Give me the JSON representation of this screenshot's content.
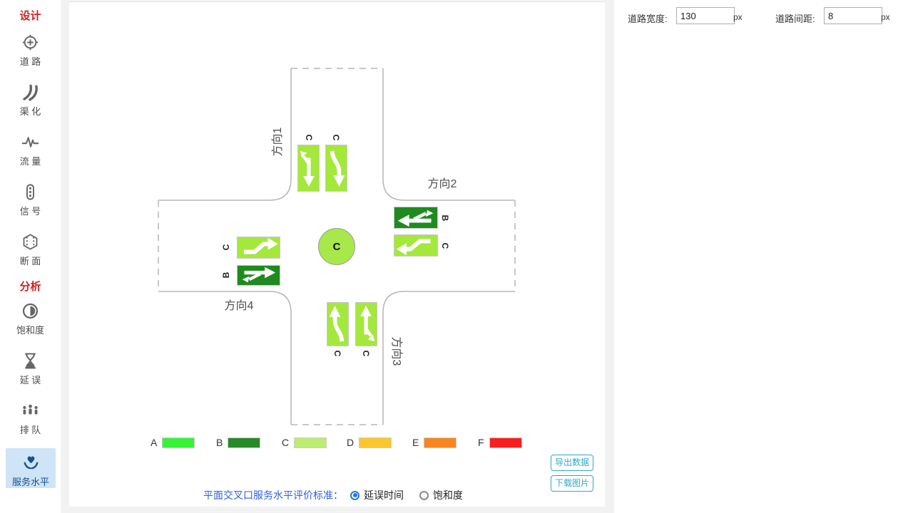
{
  "sidebar": {
    "design_header": "设计",
    "analysis_header": "分析",
    "items": [
      {
        "label": "道 路",
        "icon": "road-icon"
      },
      {
        "label": "渠 化",
        "icon": "channelization-icon"
      },
      {
        "label": "流 量",
        "icon": "flow-icon"
      },
      {
        "label": "信 号",
        "icon": "signal-icon"
      },
      {
        "label": "断 面",
        "icon": "section-icon"
      },
      {
        "label": "饱和度",
        "icon": "saturation-icon"
      },
      {
        "label": "延 误",
        "icon": "delay-icon"
      },
      {
        "label": "排 队",
        "icon": "queue-icon"
      },
      {
        "label": "服务水平",
        "icon": "service-level-icon",
        "selected": true
      }
    ]
  },
  "toolbar": {
    "road_width_label": "道路宽度:",
    "road_width_value": "130",
    "road_width_unit": "px",
    "road_gap_label": "道路间距:",
    "road_gap_value": "8",
    "road_gap_unit": "px"
  },
  "diagram": {
    "direction1": "方向1",
    "direction2": "方向2",
    "direction3": "方向3",
    "direction4": "方向4",
    "center_los": "C",
    "center_color": "#a8e84a",
    "lane_colors": {
      "B": "#1f8b1f",
      "C": "#a4e83c"
    },
    "lanes": {
      "north": [
        {
          "los": "C"
        },
        {
          "los": "C"
        }
      ],
      "east": [
        {
          "los": "B"
        },
        {
          "los": "C"
        }
      ],
      "west": [
        {
          "los": "C"
        },
        {
          "los": "B"
        }
      ],
      "south": [
        {
          "los": "C"
        },
        {
          "los": "C"
        }
      ]
    }
  },
  "legend": {
    "items": [
      {
        "grade": "A",
        "color": "#37f337"
      },
      {
        "grade": "B",
        "color": "#268a26"
      },
      {
        "grade": "C",
        "color": "#bdec72"
      },
      {
        "grade": "D",
        "color": "#fcc62d"
      },
      {
        "grade": "E",
        "color": "#f8861f"
      },
      {
        "grade": "F",
        "color": "#f91f1f"
      }
    ]
  },
  "actions": {
    "export_label": "导出数据",
    "download_label": "下载图片"
  },
  "criteria": {
    "label": "平面交叉口服务水平评价标准：",
    "options": [
      {
        "label": "延误时间",
        "selected": true
      },
      {
        "label": "饱和度",
        "selected": false
      }
    ]
  }
}
